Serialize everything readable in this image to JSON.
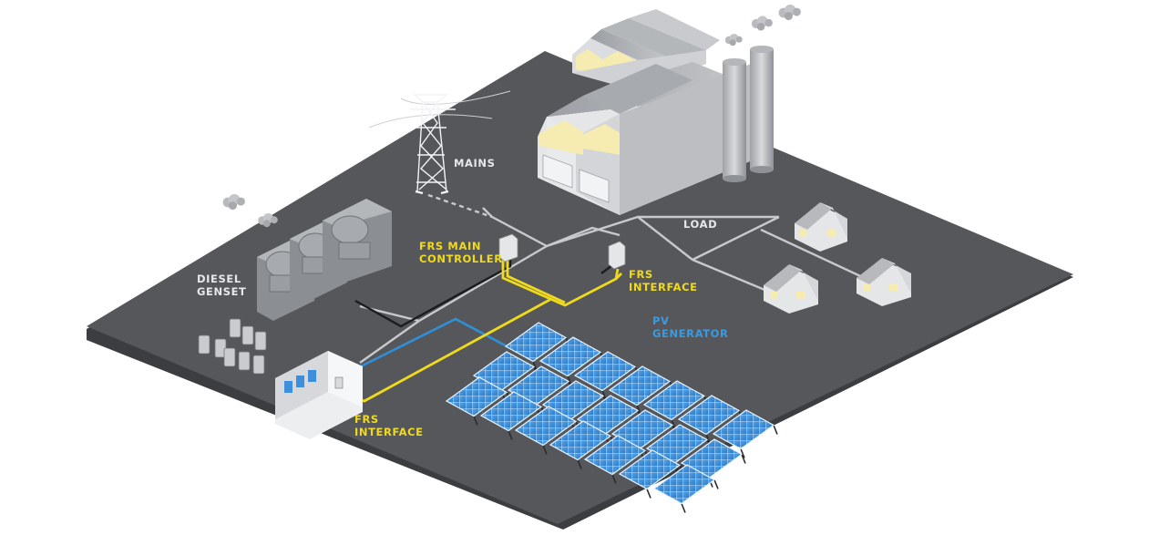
{
  "labels": {
    "mains": "MAINS",
    "load": "LOAD",
    "diesel_line1": "DIESEL",
    "diesel_line2": "GENSET",
    "frs_main_line1": "FRS MAIN",
    "frs_main_line2": "CONTROLLER",
    "frs_interface_top_line1": "FRS",
    "frs_interface_top_line2": "INTERFACE",
    "frs_interface_bottom_line1": "FRS",
    "frs_interface_bottom_line2": "INTERFACE",
    "pv_line1": "PV",
    "pv_line2": "GENERATOR"
  },
  "colors": {
    "ground": "#56575b",
    "ground_edge": "#3c3d40",
    "grid_line": "#c7c9cc",
    "control_line": "#f0da1c",
    "pv_line": "#2f8fd8",
    "signal_line": "#1c1c1e",
    "label_white": "#e6e7e9",
    "label_yellow": "#f0da1c",
    "label_blue": "#3a9be0",
    "window_light": "#f6ecb2",
    "building": "#c4c6c9",
    "panel": "#3d8fdc"
  },
  "icons": {
    "transmission_tower": "pylon-icon",
    "factory": "factory-icon",
    "house": "house-icon",
    "generator": "generator-icon",
    "solar_panel": "solar-panel-icon",
    "control_box": "control-box-icon"
  }
}
